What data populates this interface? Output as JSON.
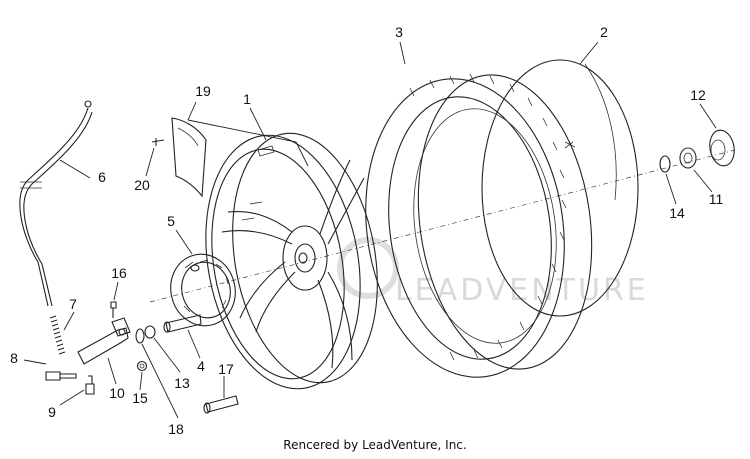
{
  "callouts": [
    {
      "id": "1",
      "text": "1"
    },
    {
      "id": "2",
      "text": "2"
    },
    {
      "id": "3",
      "text": "3"
    },
    {
      "id": "4",
      "text": "4"
    },
    {
      "id": "5",
      "text": "5"
    },
    {
      "id": "6",
      "text": "6"
    },
    {
      "id": "7",
      "text": "7"
    },
    {
      "id": "8",
      "text": "8"
    },
    {
      "id": "9",
      "text": "9"
    },
    {
      "id": "10",
      "text": "10"
    },
    {
      "id": "11",
      "text": "11"
    },
    {
      "id": "12",
      "text": "12"
    },
    {
      "id": "13",
      "text": "13"
    },
    {
      "id": "14",
      "text": "14"
    },
    {
      "id": "15",
      "text": "15"
    },
    {
      "id": "16",
      "text": "16"
    },
    {
      "id": "17",
      "text": "17"
    },
    {
      "id": "18",
      "text": "18"
    },
    {
      "id": "19",
      "text": "19"
    },
    {
      "id": "20",
      "text": "20"
    }
  ],
  "watermark": "LEADVENTURE",
  "credit": "Rencered by LeadVenture, Inc."
}
